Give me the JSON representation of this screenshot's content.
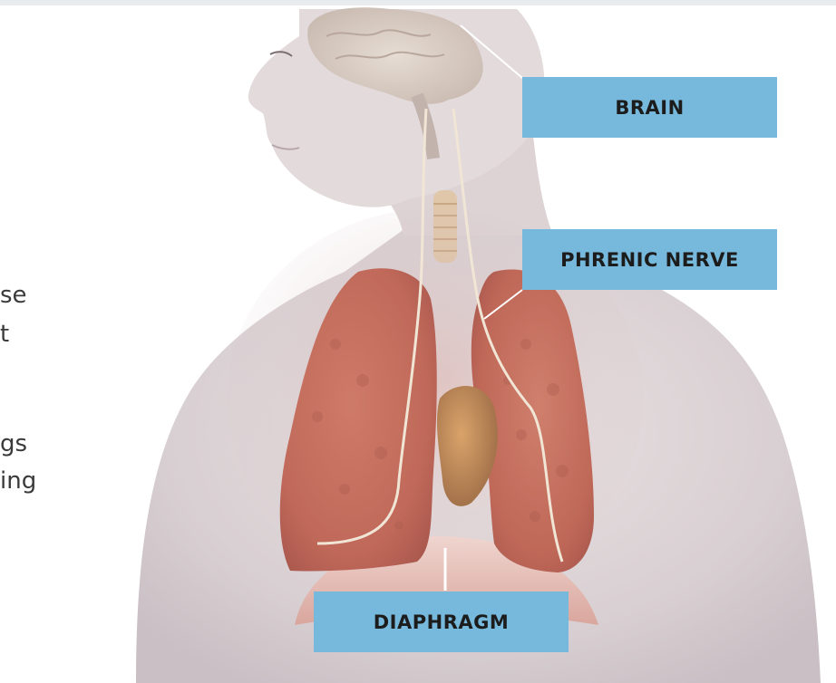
{
  "slide": {
    "body_text_fragments": [
      "se",
      "t",
      "gs",
      "ing"
    ]
  },
  "labels": {
    "brain": "BRAIN",
    "phrenic_nerve": "PHRENIC NERVE",
    "diaphragm": "DIAPHRAGM"
  },
  "colors": {
    "label_background": "#77b9dd",
    "label_text": "#1c1c1c",
    "skin": "#ddd4d6",
    "lung": "#c4705e",
    "leader_line": "#ffffff"
  }
}
